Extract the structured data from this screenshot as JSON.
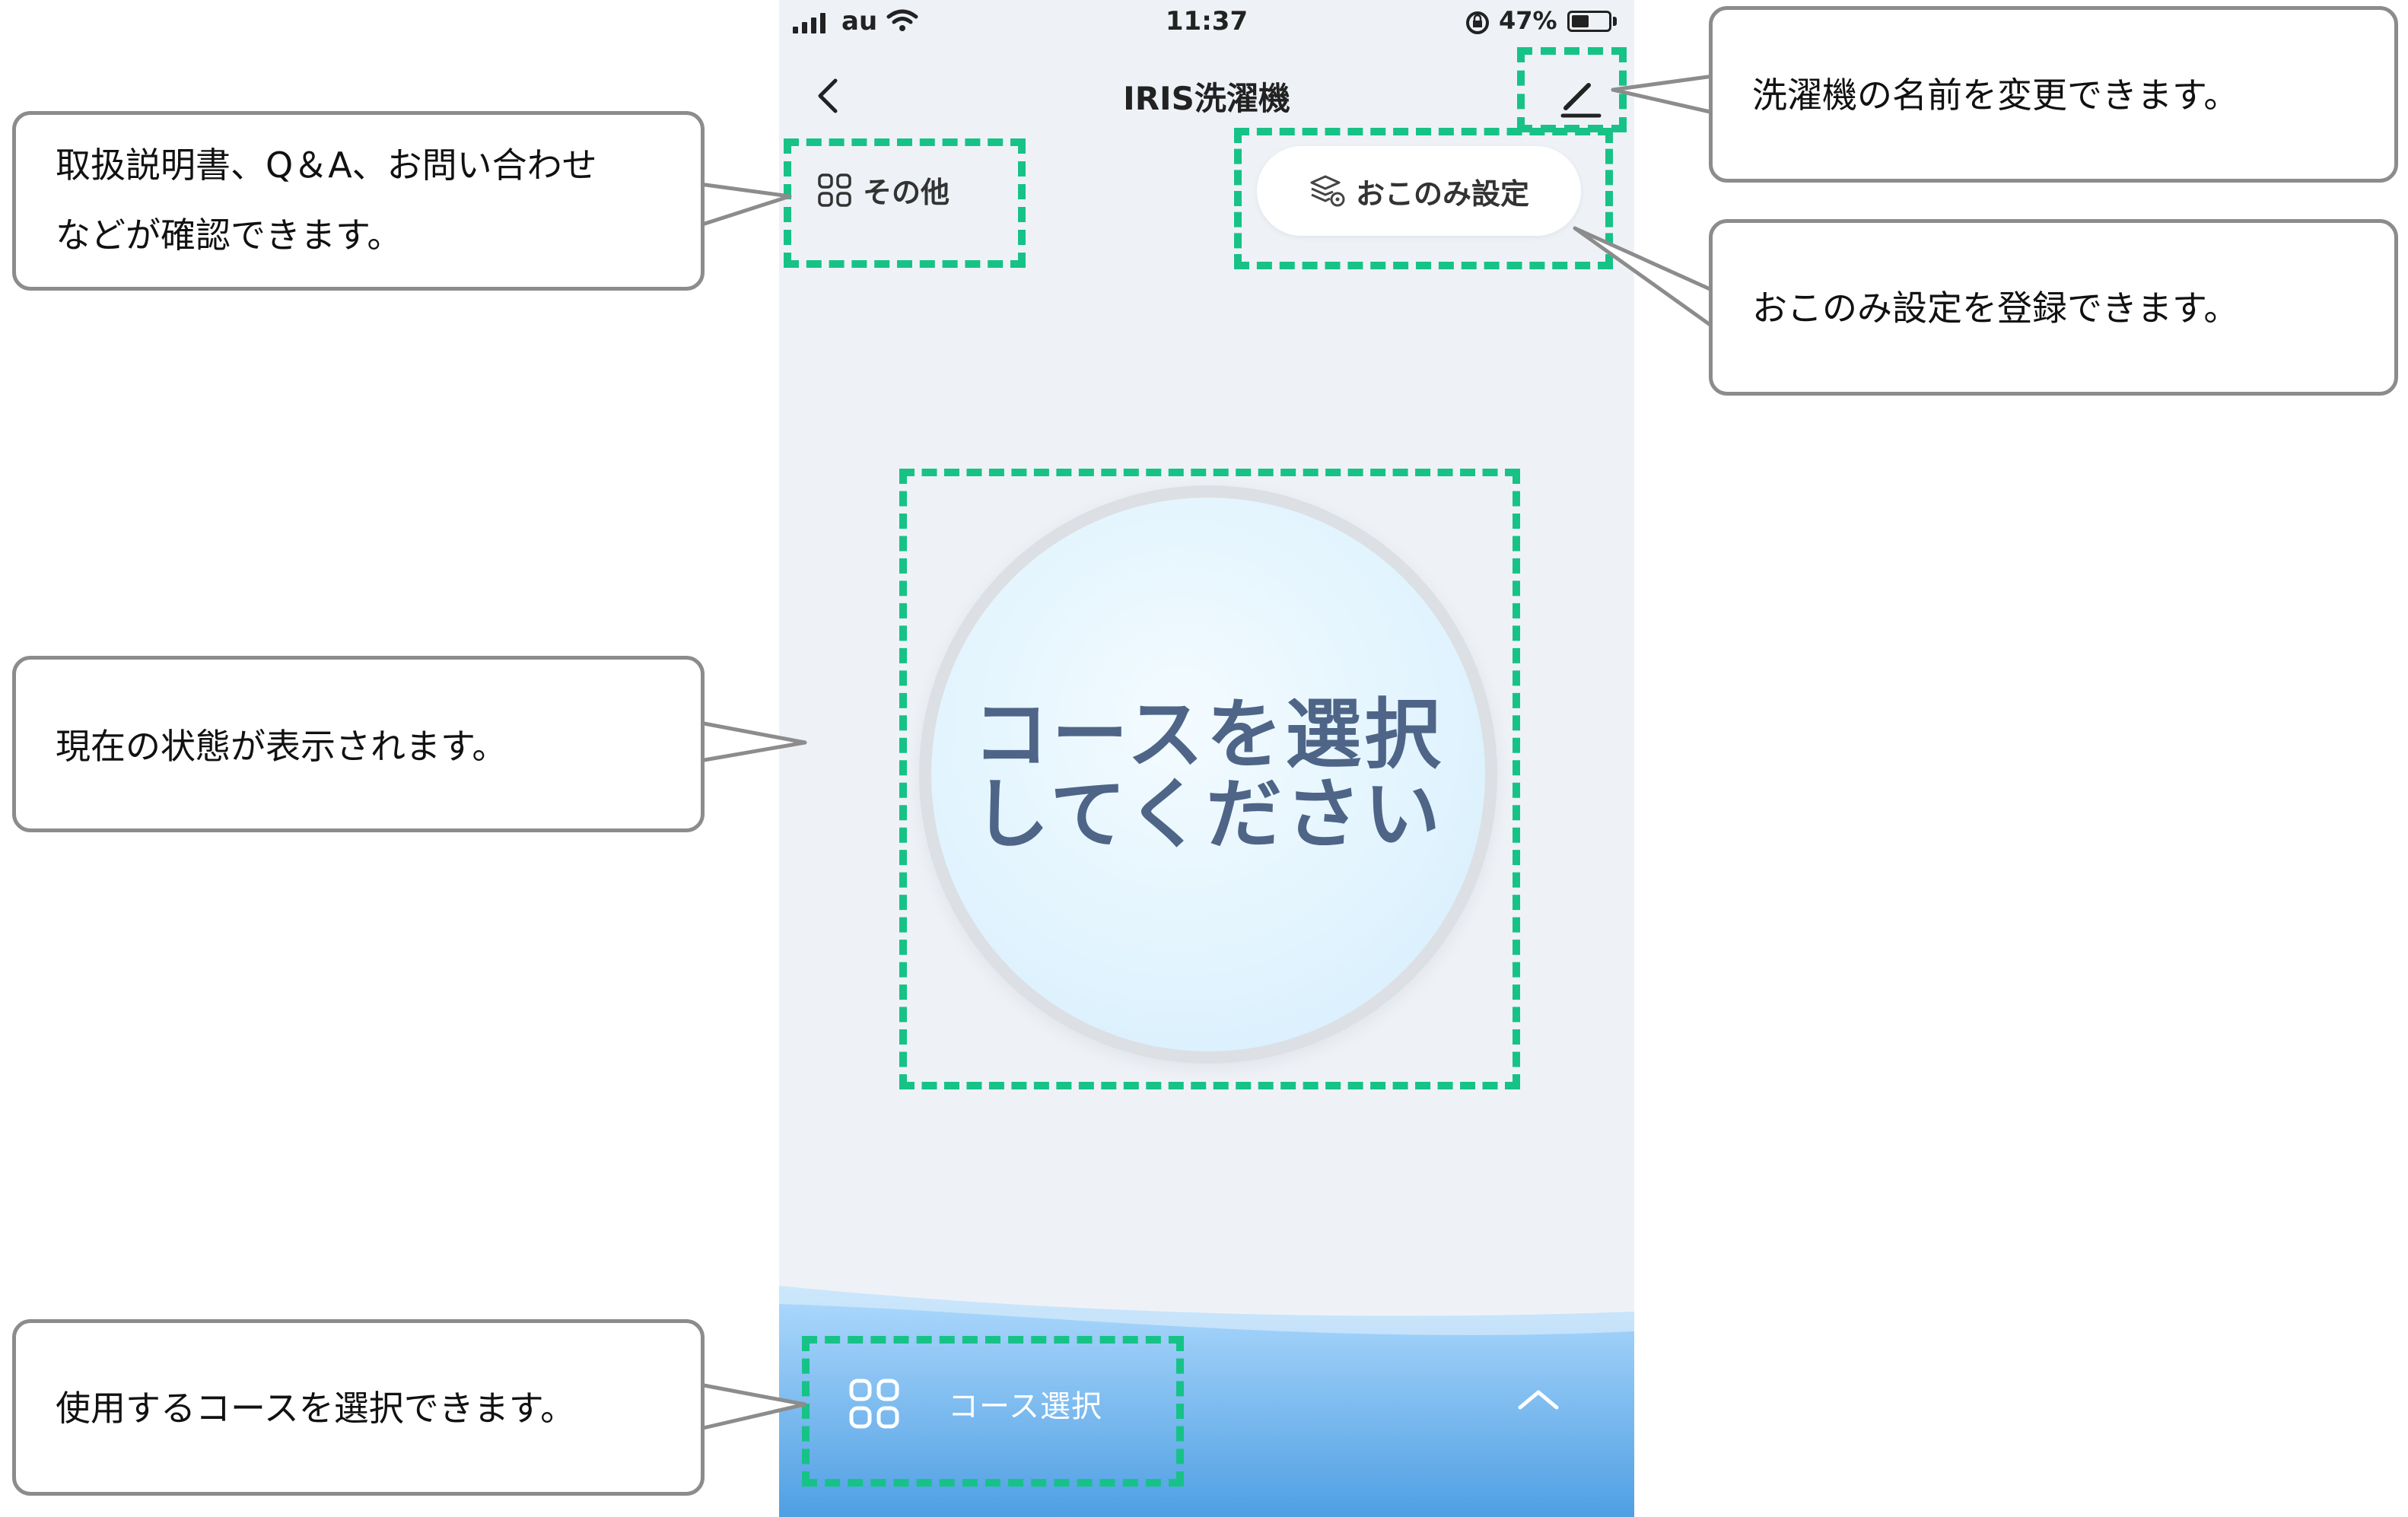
{
  "status_bar": {
    "carrier": "au",
    "time": "11:37",
    "battery_percent": "47%"
  },
  "nav": {
    "title": "IRIS洗濯機"
  },
  "toolbar": {
    "other_label": "その他",
    "favorite_label": "おこのみ設定"
  },
  "status": {
    "line1": "コースを選択",
    "line2": "してください"
  },
  "bottom": {
    "course_select_label": "コース選択"
  },
  "callouts": {
    "other": {
      "line1": "取扱説明書、Q＆A、お問い合わせ",
      "line2": "などが確認できます。"
    },
    "status": "現在の状態が表示されます。",
    "course": "使用するコースを選択できます。",
    "rename": "洗濯機の名前を変更できます。",
    "favorite": "おこのみ設定を登録できます。"
  },
  "colors": {
    "highlight": "#17c287",
    "callout_border": "#8c8c8c",
    "status_text": "#4e6587",
    "bottom_panel": "#5aa6e8"
  }
}
